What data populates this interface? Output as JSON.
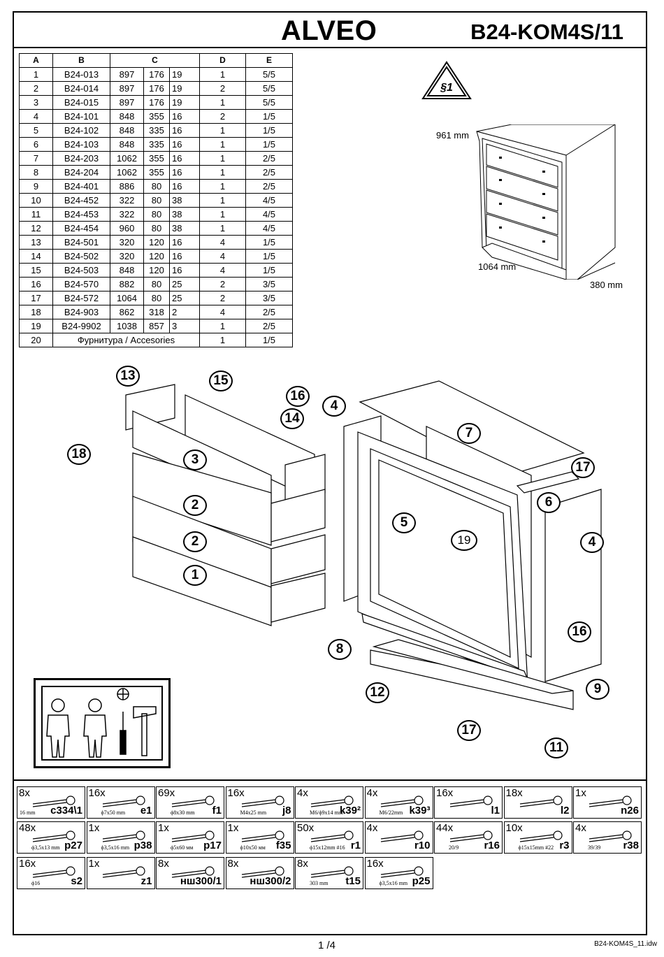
{
  "header": {
    "title": "ALVEO",
    "code": "B24-KOM4S/11"
  },
  "table": {
    "headers": [
      "A",
      "B",
      "C",
      "D",
      "E"
    ],
    "rows": [
      [
        "1",
        "B24-013",
        "897",
        "176",
        "19",
        "1",
        "5/5"
      ],
      [
        "2",
        "B24-014",
        "897",
        "176",
        "19",
        "2",
        "5/5"
      ],
      [
        "3",
        "B24-015",
        "897",
        "176",
        "19",
        "1",
        "5/5"
      ],
      [
        "4",
        "B24-101",
        "848",
        "355",
        "16",
        "2",
        "1/5"
      ],
      [
        "5",
        "B24-102",
        "848",
        "335",
        "16",
        "1",
        "1/5"
      ],
      [
        "6",
        "B24-103",
        "848",
        "335",
        "16",
        "1",
        "1/5"
      ],
      [
        "7",
        "B24-203",
        "1062",
        "355",
        "16",
        "1",
        "2/5"
      ],
      [
        "8",
        "B24-204",
        "1062",
        "355",
        "16",
        "1",
        "2/5"
      ],
      [
        "9",
        "B24-401",
        "886",
        "80",
        "16",
        "1",
        "2/5"
      ],
      [
        "10",
        "B24-452",
        "322",
        "80",
        "38",
        "1",
        "4/5"
      ],
      [
        "11",
        "B24-453",
        "322",
        "80",
        "38",
        "1",
        "4/5"
      ],
      [
        "12",
        "B24-454",
        "960",
        "80",
        "38",
        "1",
        "4/5"
      ],
      [
        "13",
        "B24-501",
        "320",
        "120",
        "16",
        "4",
        "1/5"
      ],
      [
        "14",
        "B24-502",
        "320",
        "120",
        "16",
        "4",
        "1/5"
      ],
      [
        "15",
        "B24-503",
        "848",
        "120",
        "16",
        "4",
        "1/5"
      ],
      [
        "16",
        "B24-570",
        "882",
        "80",
        "25",
        "2",
        "3/5"
      ],
      [
        "17",
        "B24-572",
        "1064",
        "80",
        "25",
        "2",
        "3/5"
      ],
      [
        "18",
        "B24-903",
        "862",
        "318",
        "2",
        "4",
        "2/5"
      ],
      [
        "19",
        "B24-9902",
        "1038",
        "857",
        "3",
        "1",
        "2/5"
      ]
    ],
    "last_row": {
      "num": "20",
      "name": "Фурнитура / Accesories",
      "qty": "1",
      "box": "1/5"
    }
  },
  "warning_sign": "§1",
  "dimensions": {
    "height": "961 mm",
    "width": "1064 mm",
    "depth": "380 mm"
  },
  "callouts": [
    "13",
    "15",
    "16",
    "4",
    "18",
    "14",
    "3",
    "7",
    "17",
    "6",
    "2",
    "5",
    "19",
    "4",
    "2",
    "1",
    "16",
    "8",
    "12",
    "9",
    "17",
    "11"
  ],
  "hardware": [
    {
      "qty": "8x",
      "code": "c334\\1",
      "dim": "16 mm",
      "icon": "cam-lock-icon"
    },
    {
      "qty": "16x",
      "code": "e1",
      "dim": "ϕ7x50 mm",
      "icon": "confirmat-screw-icon"
    },
    {
      "qty": "69x",
      "code": "f1",
      "dim": "ϕ8x30 mm",
      "icon": "dowel-icon"
    },
    {
      "qty": "16x",
      "code": "j8",
      "dim": "M4x25 mm",
      "icon": "bolt-icon"
    },
    {
      "qty": "4x",
      "code": "k39²",
      "dim": "M6/ϕ9x14 mm",
      "icon": "insert-nut-icon"
    },
    {
      "qty": "4x",
      "code": "k39³",
      "dim": "M6/22mm",
      "icon": "hex-bolt-icon"
    },
    {
      "qty": "16x",
      "code": "l1",
      "dim": "",
      "icon": "nail-icon"
    },
    {
      "qty": "18x",
      "code": "l2",
      "dim": "",
      "icon": "bracket-icon"
    },
    {
      "qty": "1x",
      "code": "n26",
      "dim": "",
      "icon": "strip-icon"
    },
    {
      "qty": "48x",
      "code": "p27",
      "dim": "ϕ3,5x13 mm",
      "icon": "screw-icon"
    },
    {
      "qty": "1x",
      "code": "p38",
      "dim": "ϕ3,5x16 mm",
      "icon": "screw-icon"
    },
    {
      "qty": "1x",
      "code": "p17",
      "dim": "ϕ5x60 мм",
      "icon": "long-screw-icon"
    },
    {
      "qty": "1x",
      "code": "f35",
      "dim": "ϕ10x50 мм",
      "icon": "wall-plug-icon"
    },
    {
      "qty": "50x",
      "code": "r1",
      "dim": "ϕ15x12mm #16",
      "icon": "cam-icon"
    },
    {
      "qty": "4x",
      "code": "r10",
      "dim": "",
      "icon": "cam-pin-icon"
    },
    {
      "qty": "44x",
      "code": "r16",
      "dim": "20/9",
      "icon": "cam-bolt-icon"
    },
    {
      "qty": "10x",
      "code": "r3",
      "dim": "ϕ15x15mm #22",
      "icon": "cam-icon"
    },
    {
      "qty": "4x",
      "code": "r38",
      "dim": "39/39",
      "icon": "connector-icon"
    },
    {
      "qty": "16x",
      "code": "s2",
      "dim": "ϕ16",
      "icon": "glide-icon"
    },
    {
      "qty": "1x",
      "code": "z1",
      "dim": "",
      "icon": "hex-key-icon"
    },
    {
      "qty": "8x",
      "code": "нш300/1",
      "dim": "",
      "icon": "drawer-slide-icon"
    },
    {
      "qty": "8x",
      "code": "нш300/2",
      "dim": "",
      "icon": "drawer-slide-icon"
    },
    {
      "qty": "8x",
      "code": "t15",
      "dim": "303 mm",
      "icon": "rod-icon"
    },
    {
      "qty": "16x",
      "code": "p25",
      "dim": "ϕ3,5x16 mm",
      "icon": "screw-icon"
    }
  ],
  "footer": {
    "page": "1 /4",
    "file": "B24-KOM4S_11.idw"
  }
}
